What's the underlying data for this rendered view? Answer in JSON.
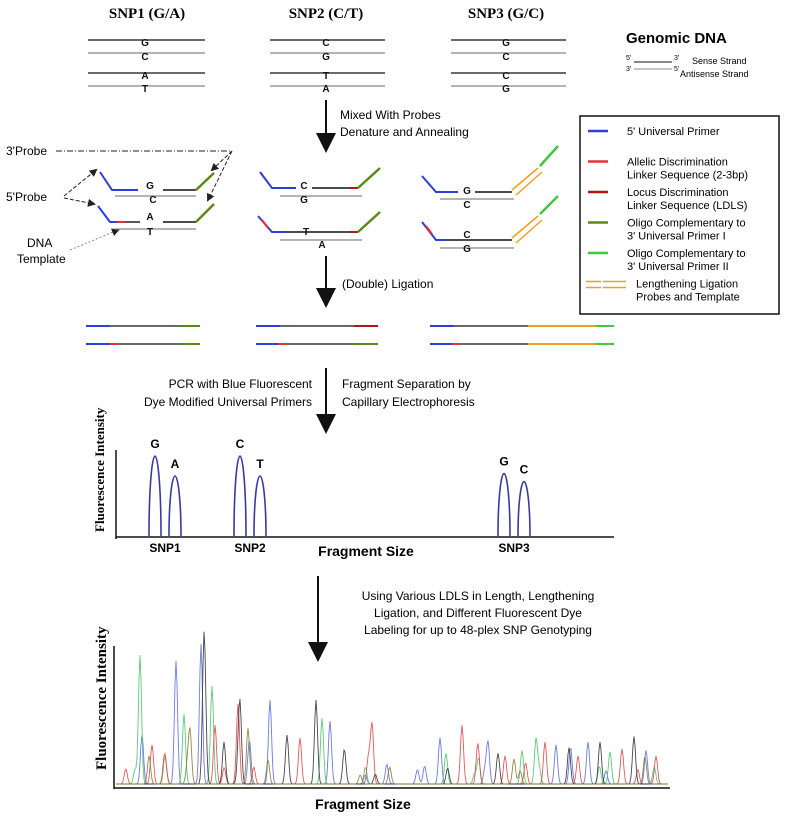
{
  "snp_headers": [
    "SNP1 (G/A)",
    "SNP2 (C/T)",
    "SNP3 (G/C)"
  ],
  "snp_bases": [
    [
      "G",
      "C",
      "A",
      "T"
    ],
    [
      "C",
      "G",
      "T",
      "A"
    ],
    [
      "G",
      "C",
      "C",
      "G"
    ]
  ],
  "genomic": {
    "title": "Genomic DNA",
    "sense_left": "5'",
    "sense_right": "3'",
    "antisense_left": "3'",
    "antisense_right": "5'",
    "sense_label": "Sense Strand",
    "antisense_label": "Antisense Strand"
  },
  "steps": {
    "mix_line1": "Mixed With Probes",
    "mix_line2": "Denature and Annealing",
    "ligation": "(Double) Ligation",
    "pcr_line1": "PCR with Blue Fluorescent",
    "pcr_line2": "Dye Modified Universal Primers",
    "sep_line1": "Fragment Separation by",
    "sep_line2": "Capillary Electrophoresis",
    "multi_line1": "Using Various LDLS in Length, Lengthening",
    "multi_line2": "Ligation, and Different Fluorescent Dye",
    "multi_line3": "Labeling for up to 48-plex SNP Genotyping"
  },
  "probe_labels": {
    "probe3": "3'Probe",
    "probe5": "5'Probe",
    "template_line1": "DNA",
    "template_line2": "Template"
  },
  "probe_bases": {
    "snp1_top": [
      "G",
      "C"
    ],
    "snp1_bot": [
      "A",
      "T"
    ],
    "snp2_top": [
      "C",
      "G"
    ],
    "snp2_bot": [
      "T",
      "A"
    ],
    "snp3_top": [
      "G",
      "C"
    ],
    "snp3_bot": [
      "C",
      "G"
    ]
  },
  "legend": [
    {
      "lines": [
        "5'  Universal Primer"
      ],
      "color": "#2e3ed8",
      "style": "single"
    },
    {
      "lines": [
        "Allelic Discrimination",
        "Linker Sequence (2-3bp)"
      ],
      "color": "#e8303c",
      "style": "single"
    },
    {
      "lines": [
        "Locus Discrimination",
        "Linker Sequence (LDLS)"
      ],
      "color": "#b01818",
      "style": "single"
    },
    {
      "lines": [
        "Oligo Complementary to",
        "3' Universal Primer I"
      ],
      "color": "#5a8a16",
      "style": "single"
    },
    {
      "lines": [
        "Oligo Complementary to",
        "3' Universal Primer II"
      ],
      "color": "#3ec83a",
      "style": "single"
    },
    {
      "lines": [
        "Lengthening Ligation",
        "Probes and Template"
      ],
      "color": "#f0a020",
      "style": "double"
    }
  ],
  "chart1": {
    "ylabel": "Fluorescence Intensity",
    "xlabel": "Fragment Size",
    "peak_color": "#3a3aa0",
    "ticks": [
      "SNP1",
      "SNP2",
      "SNP3"
    ],
    "peaks": [
      {
        "snp": "SNP1",
        "allele": "G",
        "height": 1.0
      },
      {
        "snp": "SNP1",
        "allele": "A",
        "height": 0.75
      },
      {
        "snp": "SNP2",
        "allele": "C",
        "height": 1.0
      },
      {
        "snp": "SNP2",
        "allele": "T",
        "height": 0.75
      },
      {
        "snp": "SNP3",
        "allele": "G",
        "height": 0.78
      },
      {
        "snp": "SNP3",
        "allele": "C",
        "height": 0.68
      }
    ]
  },
  "chart2": {
    "ylabel": "Fluorescence Intensity",
    "xlabel": "Fragment Size",
    "dye_colors": [
      "#5b6ee0",
      "#4cc46a",
      "#e04848",
      "#333333",
      "#8a7a38"
    ]
  }
}
